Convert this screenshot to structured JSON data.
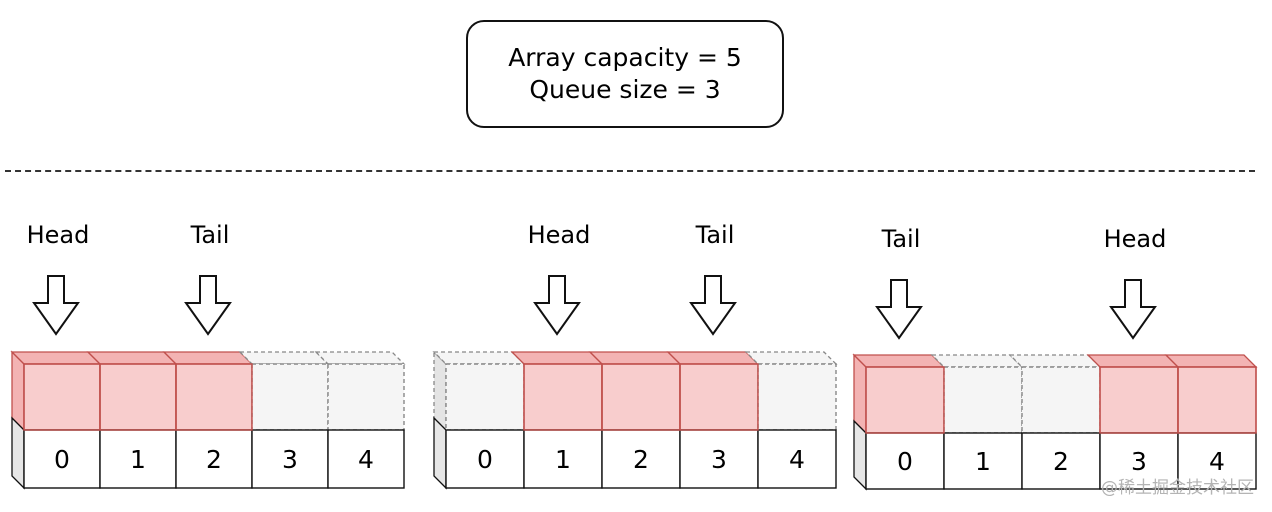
{
  "info": {
    "capacity_line": "Array capacity = 5",
    "size_line": "Queue size = 3"
  },
  "queues": [
    {
      "cells": [
        {
          "index": "0",
          "filled": true
        },
        {
          "index": "1",
          "filled": true
        },
        {
          "index": "2",
          "filled": true
        },
        {
          "index": "3",
          "filled": false
        },
        {
          "index": "4",
          "filled": false
        }
      ],
      "pointers": [
        {
          "label": "Head",
          "cell": 0
        },
        {
          "label": "Tail",
          "cell": 2
        }
      ]
    },
    {
      "cells": [
        {
          "index": "0",
          "filled": false
        },
        {
          "index": "1",
          "filled": true
        },
        {
          "index": "2",
          "filled": true
        },
        {
          "index": "3",
          "filled": true
        },
        {
          "index": "4",
          "filled": false
        }
      ],
      "pointers": [
        {
          "label": "Head",
          "cell": 1
        },
        {
          "label": "Tail",
          "cell": 3
        }
      ]
    },
    {
      "cells": [
        {
          "index": "0",
          "filled": true
        },
        {
          "index": "1",
          "filled": false
        },
        {
          "index": "2",
          "filled": false
        },
        {
          "index": "3",
          "filled": true
        },
        {
          "index": "4",
          "filled": true
        }
      ],
      "pointers": [
        {
          "label": "Tail",
          "cell": 0
        },
        {
          "label": "Head",
          "cell": 3
        }
      ]
    }
  ],
  "colors": {
    "filled_fill": "#f8cdcd",
    "filled_top": "#f3b3b3",
    "filled_stroke": "#c0504d",
    "empty_fill": "#f5f5f5",
    "empty_stroke": "#888888",
    "index_fill": "#ffffff",
    "line": "#111111"
  },
  "watermark": "@稀土掘金技术社区"
}
